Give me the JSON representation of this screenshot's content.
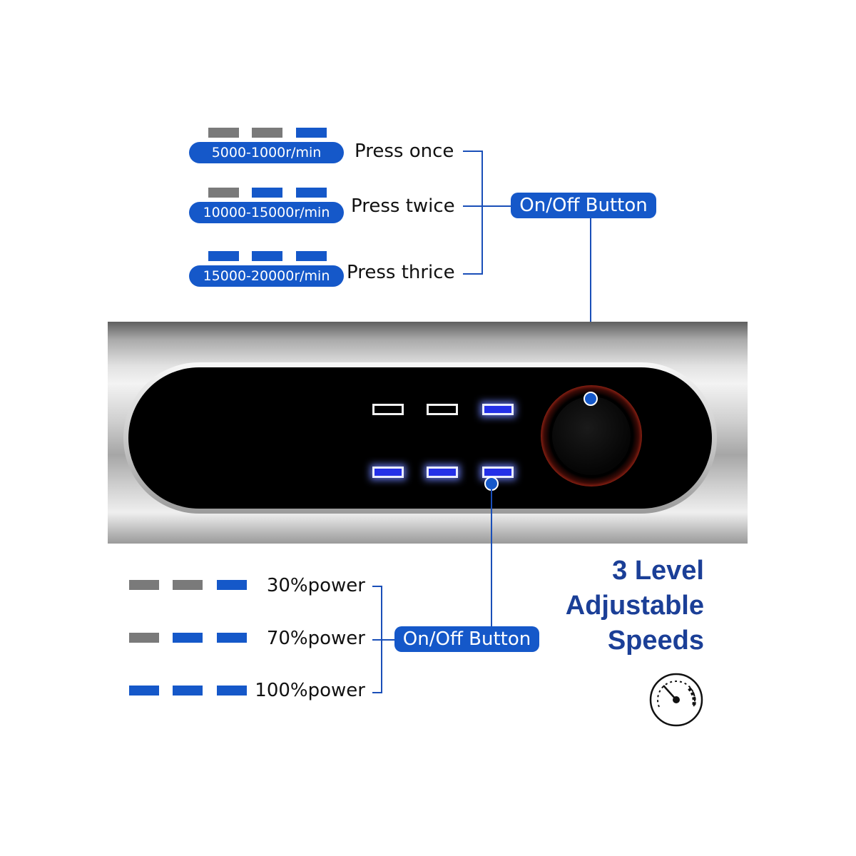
{
  "speed_levels": [
    {
      "indicators": [
        "gray",
        "gray",
        "blue"
      ],
      "range": "5000-1000r/min",
      "press": "Press once"
    },
    {
      "indicators": [
        "gray",
        "blue",
        "blue"
      ],
      "range": "10000-15000r/min",
      "press": "Press twice"
    },
    {
      "indicators": [
        "blue",
        "blue",
        "blue"
      ],
      "range": "15000-20000r/min",
      "press": "Press thrice"
    }
  ],
  "top_callout": "On/Off Button",
  "power_levels": [
    {
      "indicators": [
        "gray",
        "gray",
        "blue"
      ],
      "label": "30%power"
    },
    {
      "indicators": [
        "gray",
        "blue",
        "blue"
      ],
      "label": "70%power"
    },
    {
      "indicators": [
        "blue",
        "blue",
        "blue"
      ],
      "label": "100%power"
    }
  ],
  "bottom_callout": "On/Off Button",
  "headline": {
    "line1": "3 Level",
    "line2": "Adjustable",
    "line3": "Speeds"
  },
  "colors": {
    "accent": "#1558c9",
    "inactive": "#7a7a7a",
    "headline": "#1b3f97",
    "led": "#2430e8"
  },
  "device": {
    "led_top_row": [
      "off",
      "off",
      "on"
    ],
    "led_bottom_row": [
      "on",
      "on",
      "on"
    ]
  },
  "icons": {
    "gauge": "speedometer-icon"
  }
}
